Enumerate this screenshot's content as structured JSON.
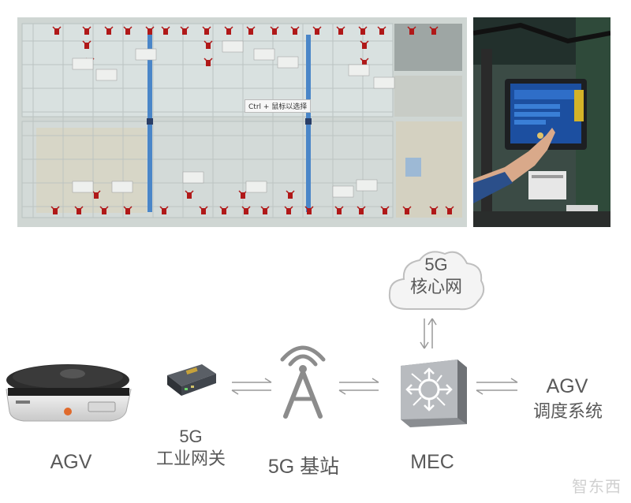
{
  "photo_left": {
    "tooltip": "Ctrl + 鼠标以选择"
  },
  "photo_right": {},
  "diagram": {
    "cloud_label_line1": "5G",
    "cloud_label_line2": "核心网",
    "agv_label": "AGV",
    "gateway_label_line1": "5G",
    "gateway_label_line2": "工业网关",
    "base_station_label": "5G 基站",
    "mec_label": "MEC",
    "dispatch_label_line1": "AGV",
    "dispatch_label_line2": "调度系统"
  },
  "watermark": "智东西",
  "colors": {
    "label_gray": "#595959",
    "arrow_gray": "#9a9a9a",
    "tower_gray": "#8c8c8c",
    "blue_aisle": "#4a86c8",
    "red_marker": "#b01818"
  }
}
